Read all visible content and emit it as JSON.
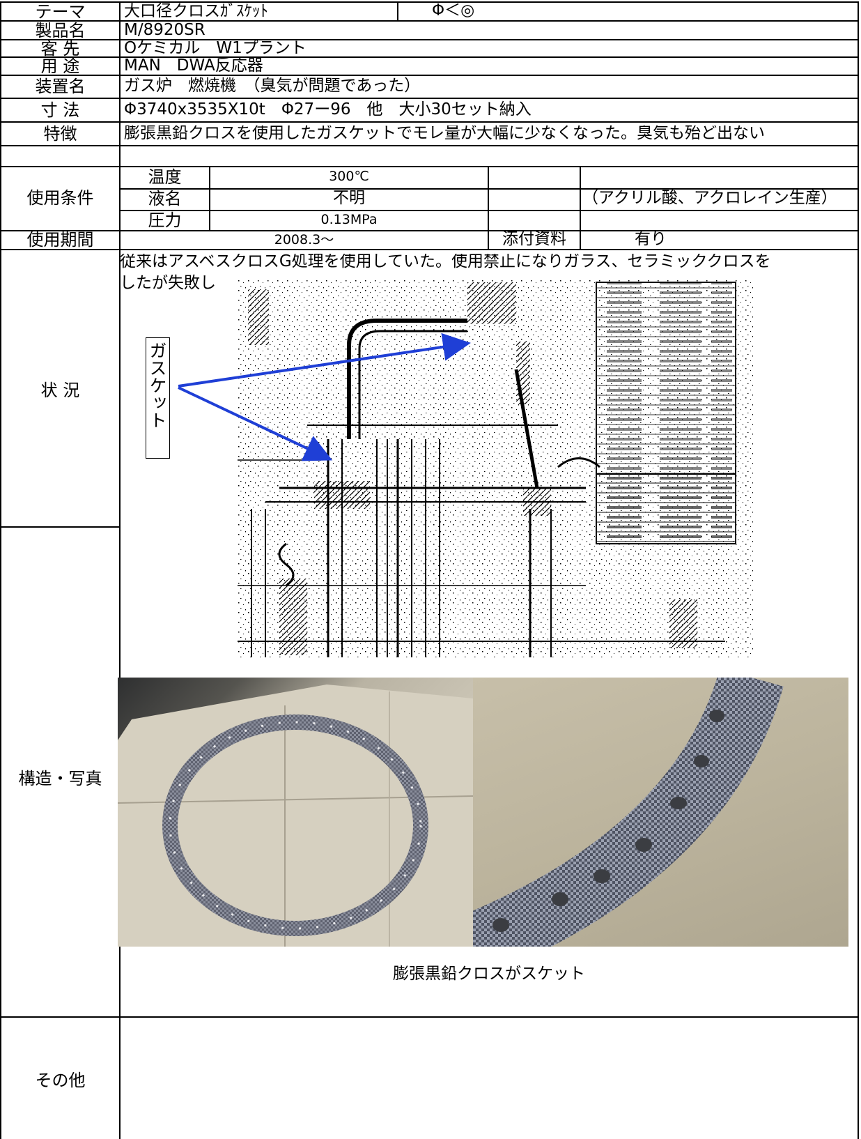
{
  "labels": {
    "theme": "テーマ",
    "product_name": "製品名",
    "customer": "客 先",
    "usage": "用 途",
    "equipment": "装置名",
    "dimensions": "寸 法",
    "features": "特徴",
    "conditions": "使用条件",
    "period": "使用期間",
    "situation": "状 況",
    "structure": "構造・写真",
    "other": "その他"
  },
  "values": {
    "theme": "大口径クロスｶﾞｽｹｯﾄ",
    "theme_symbol": "Φ＜◎",
    "product_name": "M/8920SR",
    "customer": "Oケミカル　W1プラント",
    "usage": "MAN　DWA反応器",
    "equipment": "ガス炉　燃焼機　（臭気が問題であった）",
    "dimensions": "Φ3740x3535X10t　Φ27ー96　他　大小30セット納入",
    "features": "膨張黒鉛クロスを使用したガスケットでモレ量が大幅に少なくなった。臭気も殆ど出ない"
  },
  "conditions": {
    "temperature_label": "温度",
    "temperature_value": "300℃",
    "liquid_label": "液名",
    "liquid_value": "不明",
    "liquid_note": "（アクリル酸、アクロレイン生産）",
    "pressure_label": "圧力",
    "pressure_value": "0.13MPa"
  },
  "period": {
    "value": "2008.3～",
    "attachment_label": "添付資料",
    "attachment_value": "有り"
  },
  "situation": {
    "line1": "従来はアスベスクロスG処理を使用していた。使用禁止になりガラス、セラミッククロスを",
    "line2": "したが失敗し"
  },
  "drawing": {
    "callout": "ガスケット"
  },
  "structure": {
    "caption": "膨張黒鉛クロスがスケット"
  },
  "colors": {
    "arrow": "#1f3fd6",
    "gasket": "#5f6270",
    "cardboard": "#cfc9b8"
  }
}
